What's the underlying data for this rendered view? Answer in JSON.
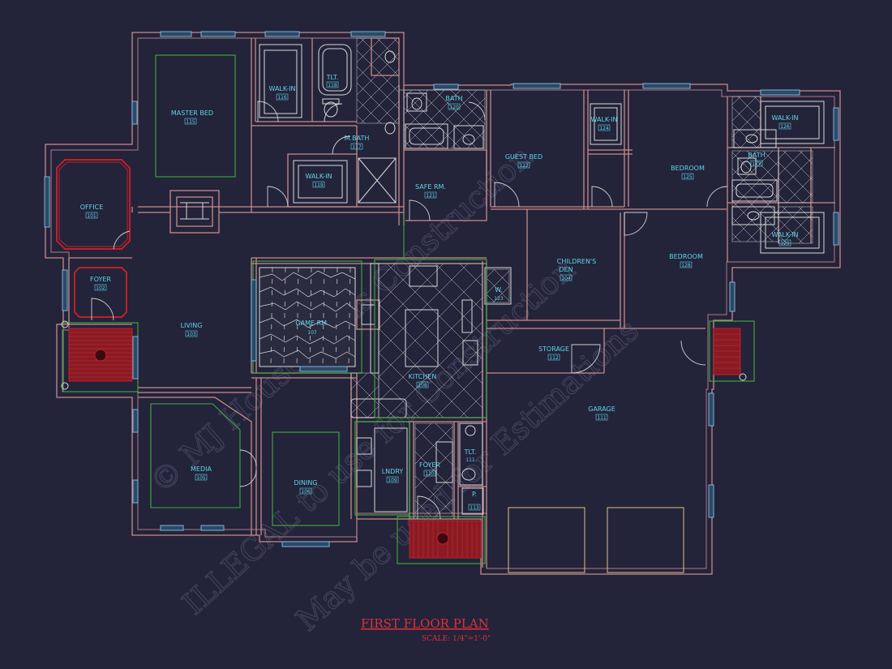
{
  "plan_title": "FIRST FLOOR PLAN",
  "scale_label": "SCALE: 1/4\"=1'-0\"",
  "watermark_lines": [
    "© MJ House Plans Construction",
    "ILLEGAL to use for Construction",
    "May be used for Estimations"
  ],
  "colors": {
    "background": "#23233a",
    "walls": "#c98a8a",
    "labels": "#5fd6e6",
    "title": "#e0303a",
    "accent_green": "#3fae3f",
    "porch_red": "#b01e2a"
  },
  "rooms": {
    "master_bed": {
      "name": "MASTER BED",
      "num": "115"
    },
    "walk_in_116": {
      "name": "WALK-IN",
      "num": "116"
    },
    "tlt_118": {
      "name": "TLT.",
      "num": "118"
    },
    "m_bath": {
      "name": "M.BATH",
      "num": "117"
    },
    "walk_in_119": {
      "name": "WALK-IN",
      "num": "119"
    },
    "office": {
      "name": "OFFICE",
      "num": "101"
    },
    "foyer_102": {
      "name": "FOYER",
      "num": "102"
    },
    "living": {
      "name": "LIVING",
      "num": "103"
    },
    "media": {
      "name": "MEDIA",
      "num": "105"
    },
    "dining": {
      "name": "DINING",
      "num": "106"
    },
    "game": {
      "name": "GAME RM.",
      "num": "107"
    },
    "kitchen": {
      "name": "KITCHEN",
      "num": "108"
    },
    "laundry": {
      "name": "LNDRY",
      "num": "109"
    },
    "foyer_110": {
      "name": "FOYER",
      "num": "110"
    },
    "tlt_111": {
      "name": "TLT.",
      "num": "111"
    },
    "pantry": {
      "name": "P.",
      "num": "113"
    },
    "bath_120": {
      "name": "BATH",
      "num": "120"
    },
    "safe_rm": {
      "name": "SAFE RM.",
      "num": "121"
    },
    "guest_bed": {
      "name": "GUEST BED",
      "num": "122"
    },
    "walk_in_124": {
      "name": "WALK-IN",
      "num": "124"
    },
    "childrens_den": {
      "name": "CHILDREN'S",
      "name2": "DEN",
      "num": "104"
    },
    "storage": {
      "name": "STORAGE",
      "num": "112"
    },
    "garage": {
      "name": "GARAGE",
      "num": "111"
    },
    "bedroom_125": {
      "name": "BEDROOM",
      "num": "125"
    },
    "bedroom_128": {
      "name": "BEDROOM",
      "num": "128"
    },
    "walk_in_126": {
      "name": "WALK-IN",
      "num": "126"
    },
    "bath_127": {
      "name": "BATH",
      "num": "127"
    },
    "walk_in_129": {
      "name": "WALK-IN",
      "num": "129"
    },
    "closet_123": {
      "name": "W.",
      "num": "123"
    }
  }
}
